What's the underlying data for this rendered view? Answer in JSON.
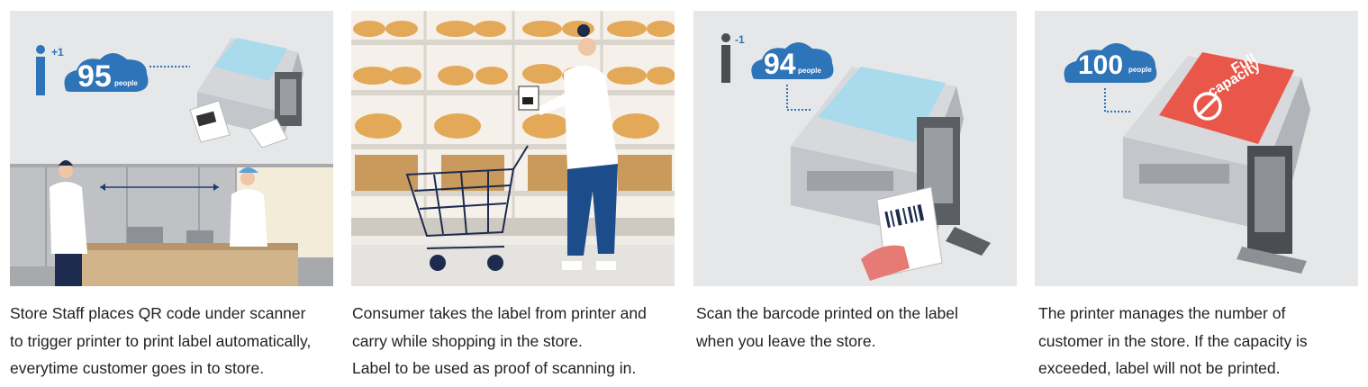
{
  "colors": {
    "accent_blue": "#2e74b8",
    "panel_bg": "#e6e7e8",
    "alert_red": "#e9574b",
    "screen_blue": "#a9dbec"
  },
  "panels": [
    {
      "count": "95",
      "unit": "people",
      "delta": "+1",
      "caption": [
        "Store Staff places QR code under scanner",
        "to trigger printer to print label automatically,",
        "everytime customer goes in to store."
      ]
    },
    {
      "caption": [
        "Consumer takes the label from printer and",
        "carry while shopping in the store.",
        "Label to be used as proof of scanning in."
      ]
    },
    {
      "count": "94",
      "unit": "people",
      "delta": "-1",
      "caption": [
        "Scan the barcode printed on the label",
        "when you leave the store."
      ]
    },
    {
      "count": "100",
      "unit": "people",
      "alert_line1": "Full",
      "alert_line2": "capacity",
      "caption": [
        "The printer manages the number of",
        "customer in the store. If the capacity is",
        "exceeded, label will not be printed."
      ]
    }
  ]
}
